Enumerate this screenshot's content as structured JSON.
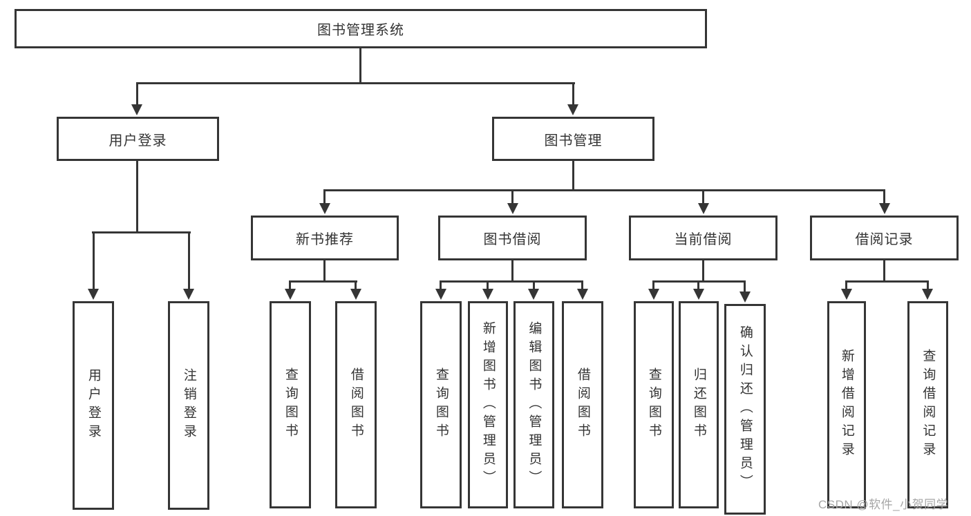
{
  "tree": {
    "label": "图书管理系统",
    "children": [
      {
        "label": "用户登录",
        "children": [
          {
            "label": "用户登录"
          },
          {
            "label": "注销登录"
          }
        ]
      },
      {
        "label": "图书管理",
        "children": [
          {
            "label": "新书推荐",
            "children": [
              {
                "label": "查询图书"
              },
              {
                "label": "借阅图书"
              }
            ]
          },
          {
            "label": "图书借阅",
            "children": [
              {
                "label": "查询图书"
              },
              {
                "label": "新增图书（管理员）"
              },
              {
                "label": "编辑图书（管理员）"
              },
              {
                "label": "借阅图书"
              }
            ]
          },
          {
            "label": "当前借阅",
            "children": [
              {
                "label": "查询图书"
              },
              {
                "label": "归还图书"
              },
              {
                "label": "确认归还（管理员）"
              }
            ]
          },
          {
            "label": "借阅记录",
            "children": [
              {
                "label": "新增借阅记录"
              },
              {
                "label": "查询借阅记录"
              }
            ]
          }
        ]
      }
    ]
  },
  "watermark": {
    "text": "CSDN @软件_小贺同学"
  },
  "colors": {
    "line": "#353535",
    "text": "#333333",
    "watermark": "#a6a6a6",
    "background": "#ffffff"
  }
}
